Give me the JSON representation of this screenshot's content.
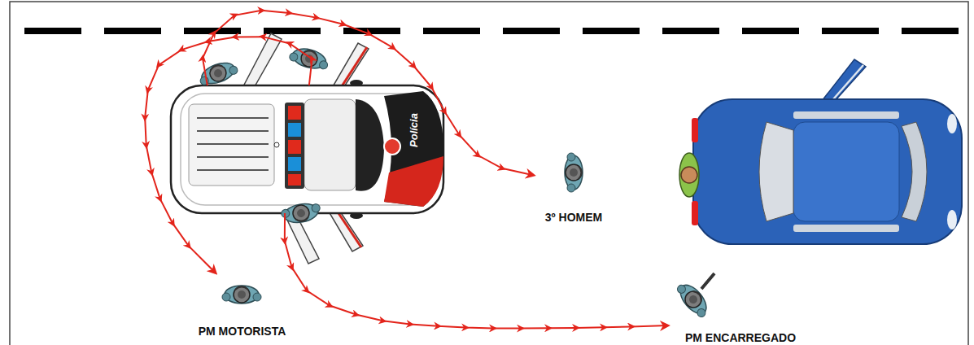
{
  "diagram": {
    "nodes": [
      {
        "text": [
          "Polícia"
        ]
      },
      {
        "text": [
          "3º HOMEM"
        ]
      },
      {
        "text": [
          "PM MOTORISTA"
        ]
      },
      {
        "text": [
          "PM ENCARREGADO"
        ]
      }
    ],
    "edges": [
      {
        "from": 0,
        "to": 1,
        "arrow": "to"
      },
      {
        "from": 0,
        "to": 2,
        "arrow": "to"
      },
      {
        "from": 0,
        "to": 3,
        "arrow": "to"
      }
    ]
  }
}
